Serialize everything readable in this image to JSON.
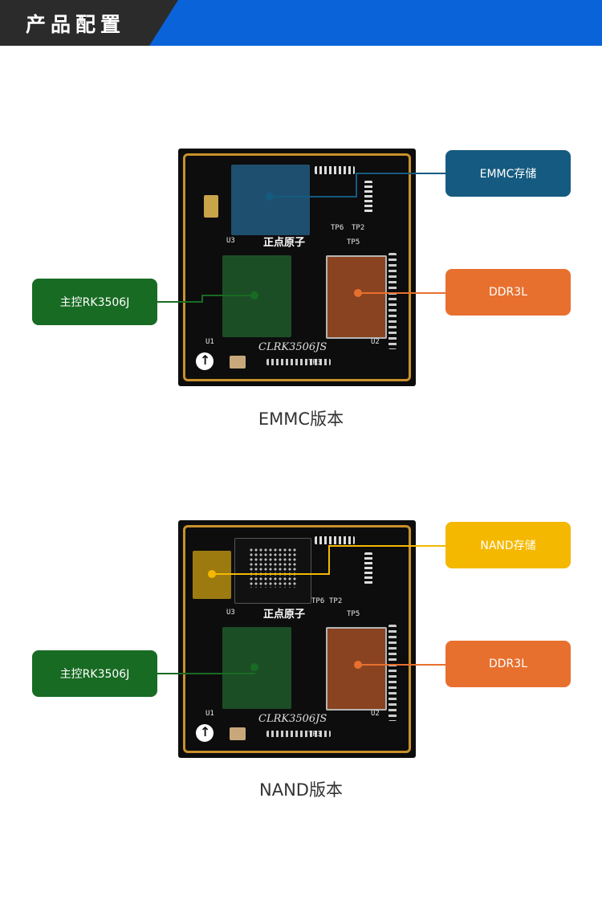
{
  "header": {
    "title": "产品配置"
  },
  "colors": {
    "header_blue": "#0a63d8",
    "header_dark": "#2b2b2b",
    "emmc": "#155a80",
    "nand": "#f5b800",
    "ddr": "#e8702f",
    "cpu": "#186b23"
  },
  "board_labels": {
    "brand": "正点原子",
    "model": "CLRK3506JS",
    "u1": "U1",
    "u2": "U2",
    "u3": "U3",
    "tp2": "TP2",
    "tp3": "TP3",
    "tp5": "TP5",
    "tp6": "TP6"
  },
  "emmc_version": {
    "caption": "EMMC版本",
    "storage_label": "EMMC存储",
    "ddr_label": "DDR3L",
    "cpu_label": "主控RK3506J"
  },
  "nand_version": {
    "caption": "NAND版本",
    "storage_label": "NAND存储",
    "ddr_label": "DDR3L",
    "cpu_label": "主控RK3506J"
  }
}
